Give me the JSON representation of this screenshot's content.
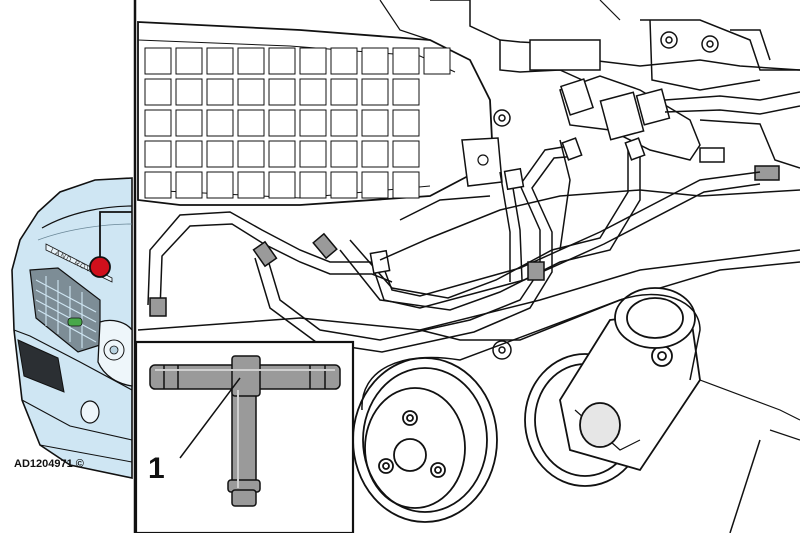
{
  "diagram": {
    "reference_code": "AD1204971 ©",
    "callout_label": "1",
    "vehicle_badge_text": "LAND ROVER",
    "colors": {
      "vehicle_body": "#cfe6f3",
      "location_marker": "#d0101c",
      "line_art": "#111111",
      "hose_part": "#9a9a9a",
      "part_shading": "#cfcfcf"
    }
  }
}
